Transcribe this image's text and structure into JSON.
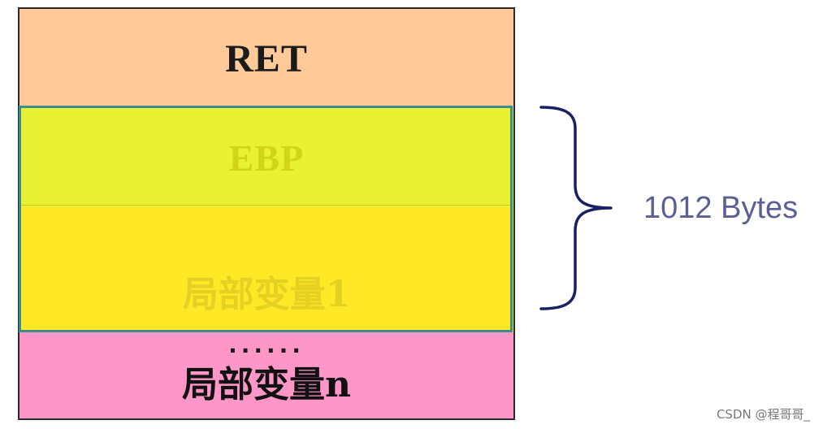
{
  "stack": {
    "ret_label": "RET",
    "ebp_label": "EBP",
    "local1_label": "局部变量1",
    "ellipsis": "......",
    "local_n_label": "局部变量n"
  },
  "annotation": {
    "bytes_label": "1012 Bytes"
  },
  "watermark": "CSDN @程哥哥_",
  "colors": {
    "ret": "#ffc99a",
    "ebp": "#e8f232",
    "local1": "#ffe826",
    "local_n": "#ff96c8",
    "highlight_border": "#3a8f8c",
    "brace": "#1b1f63",
    "bytes_text": "#5b5f95"
  }
}
